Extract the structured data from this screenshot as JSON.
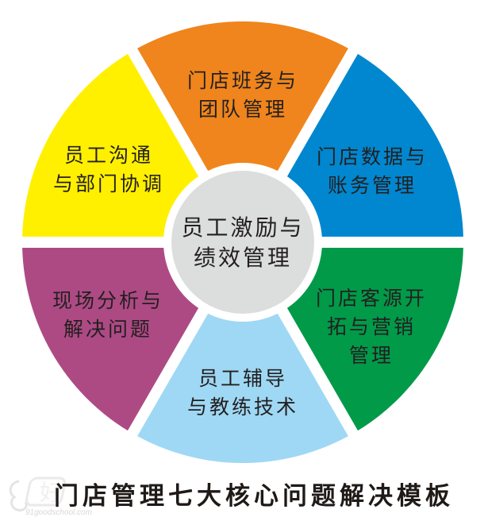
{
  "diagram": {
    "type": "radial-wheel",
    "center": {
      "label_line1": "员工激励与",
      "label_line2": "绩效管理",
      "color": "#dcdddd"
    },
    "segments": [
      {
        "id": "top",
        "lines": [
          "门店班务与",
          "团队管理"
        ],
        "color": "#ef851c"
      },
      {
        "id": "upper-right",
        "lines": [
          "门店数据与",
          "账务管理"
        ],
        "color": "#0087cf"
      },
      {
        "id": "lower-right",
        "lines": [
          "门店客源开",
          "拓与营销",
          "管理"
        ],
        "color": "#009a49"
      },
      {
        "id": "bottom",
        "lines": [
          "员工辅导",
          "与教练技术"
        ],
        "color": "#9fd8f4"
      },
      {
        "id": "lower-left",
        "lines": [
          "现场分析与",
          "解决问题"
        ],
        "color": "#ad4a84"
      },
      {
        "id": "upper-left",
        "lines": [
          "员工沟通",
          "与部门协调"
        ],
        "color": "#fff000"
      }
    ]
  },
  "title": "门店管理七大核心问题解决模板",
  "watermark": {
    "text": "91goodschool.com",
    "glyph": "好"
  }
}
